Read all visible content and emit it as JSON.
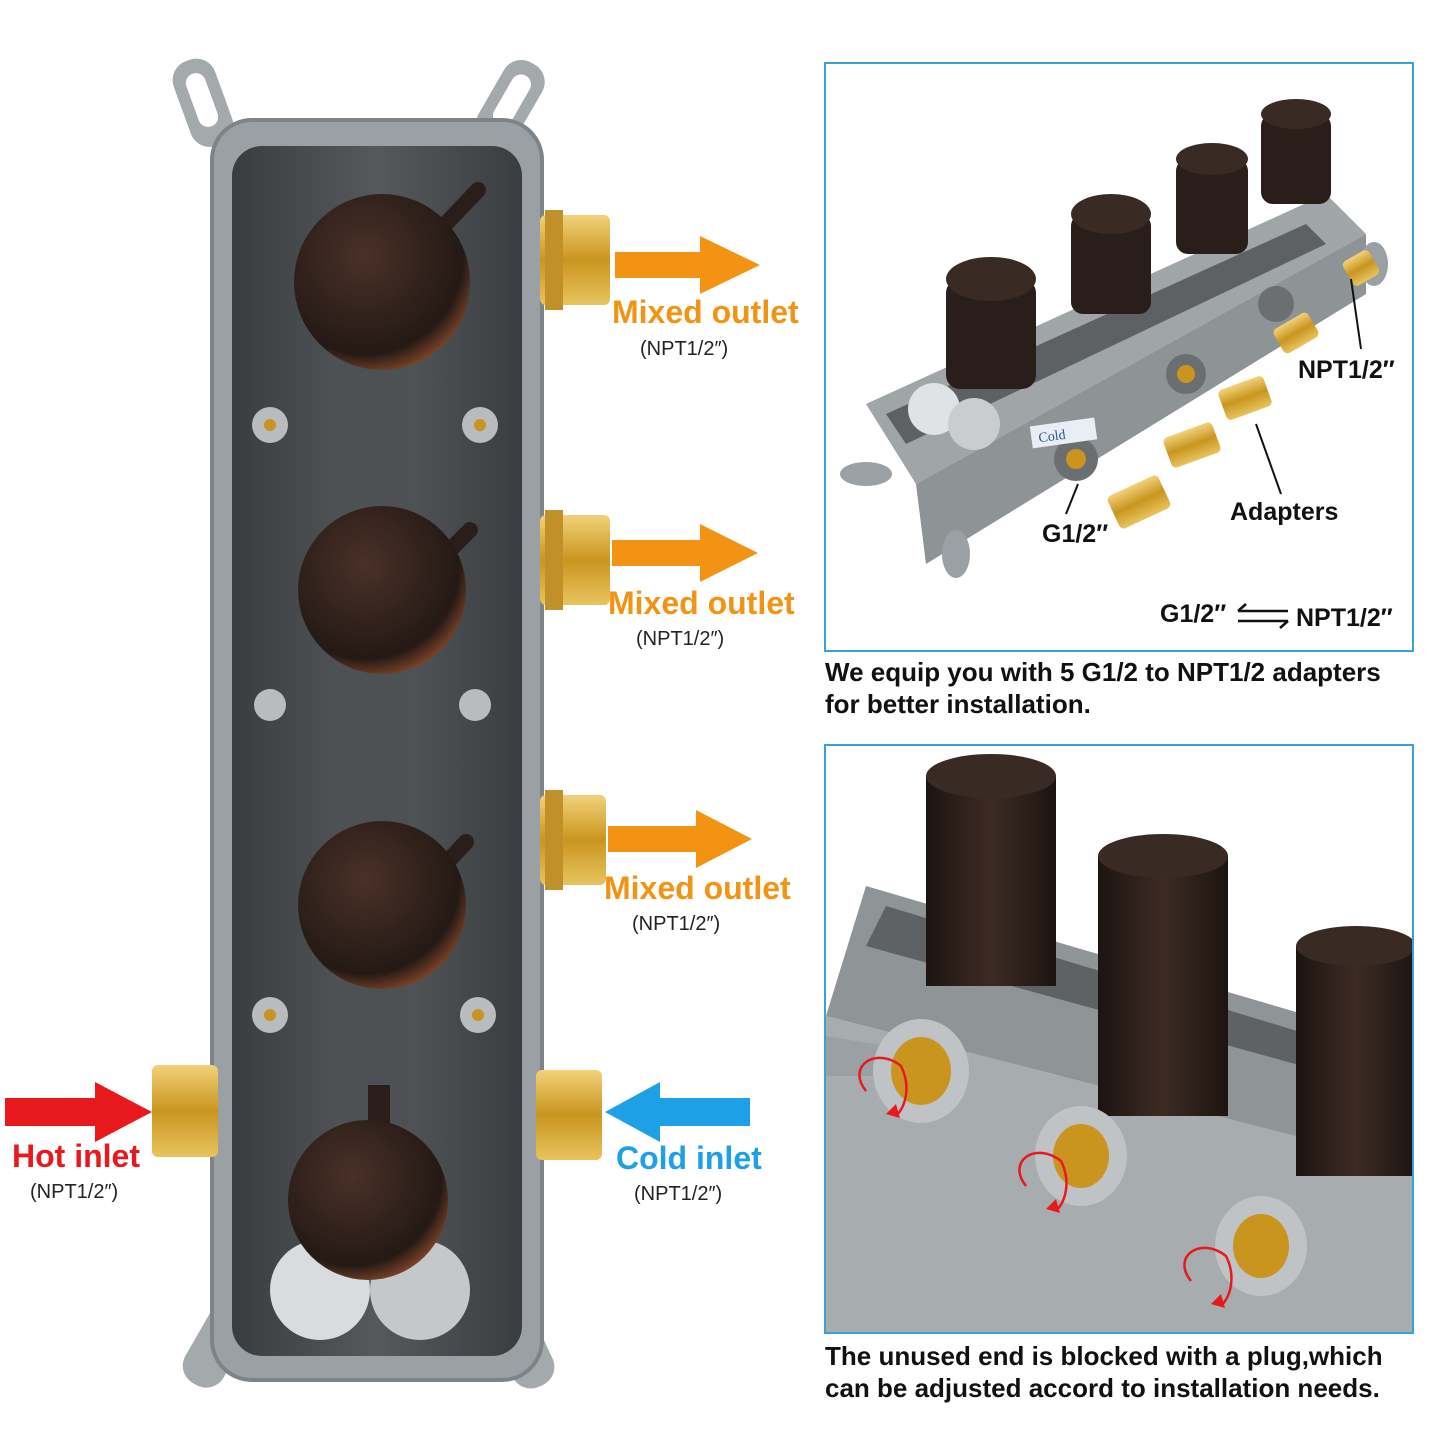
{
  "left_labels": {
    "outlet_1": {
      "title": "Mixed outlet",
      "spec": "(NPT1/2″)"
    },
    "outlet_2": {
      "title": "Mixed outlet",
      "spec": "(NPT1/2″)"
    },
    "outlet_3": {
      "title": "Mixed outlet",
      "spec": "(NPT1/2″)"
    },
    "hot_inlet": {
      "title": "Hot inlet",
      "spec": "(NPT1/2″)"
    },
    "cold_inlet": {
      "title": "Cold inlet",
      "spec": "(NPT1/2″)"
    }
  },
  "top_panel": {
    "npt_label": "NPT1/2″",
    "adapters_label": "Adapters",
    "g_label": "G1/2″",
    "conv_left": "G1/2″",
    "conv_right": "NPT1/2″",
    "cold_tag": "Cold",
    "caption_line1": "We equip you with 5 G1/2 to NPT1/2 adapters",
    "caption_line2": "for better installation."
  },
  "bottom_panel": {
    "caption_line1": "The unused end is blocked with a plug,which",
    "caption_line2": "can be adjusted accord to installation needs."
  },
  "colors": {
    "orange": "#f39313",
    "red": "#e8191c",
    "blue": "#1ea0e6",
    "panel_border": "#3aa0d8",
    "body_gray": "#9aa0a3",
    "knob_dark": "#2a1e1a",
    "brass": "#d4a52e"
  }
}
